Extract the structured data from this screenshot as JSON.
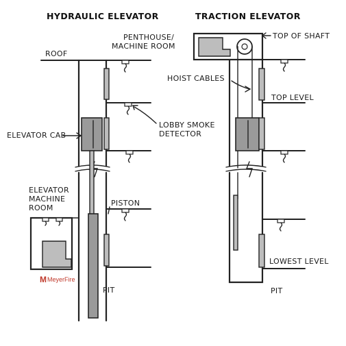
{
  "titles": {
    "hydraulic": "HYDRAULIC ELEVATOR",
    "traction": "TRACTION ELEVATOR"
  },
  "labels": {
    "roof": "ROOF",
    "elevator_cab": "ELEVATOR CAB",
    "lobby_smoke_line1": "LOBBY SMOKE",
    "lobby_smoke_line2": "DETECTOR",
    "emr_line1": "ELEVATOR",
    "emr_line2": "MACHINE",
    "emr_line3": "ROOM",
    "piston": "PISTON",
    "pit_left": "PIT",
    "penthouse_line1": "PENTHOUSE/",
    "penthouse_line2": "MACHINE ROOM",
    "top_of_shaft": "TOP OF SHAFT",
    "hoist_cables": "HOIST CABLES",
    "top_level": "TOP LEVEL",
    "lowest_level": "LOWEST LEVEL",
    "pit_right": "PIT"
  },
  "logo": {
    "mark": "M",
    "text": "MeyerFire"
  },
  "colors": {
    "line": "#222222",
    "fill_dark": "#9a9a9a",
    "fill_light": "#bdbdbd",
    "logo_red": "#c0392b"
  }
}
